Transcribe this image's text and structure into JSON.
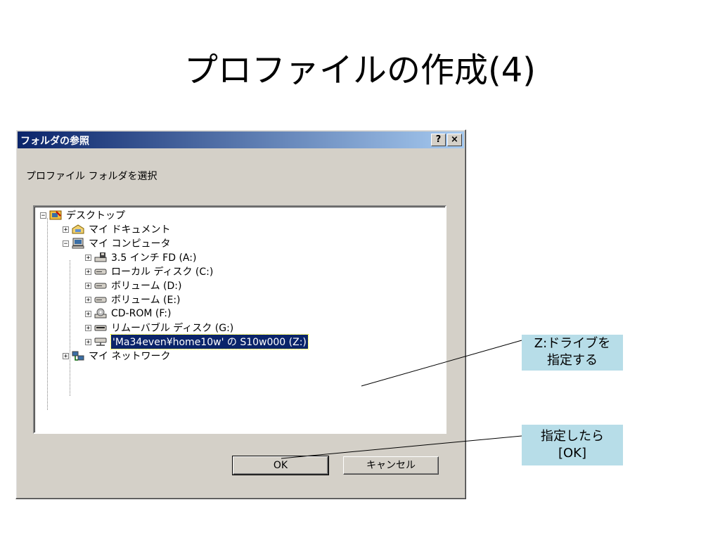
{
  "slide": {
    "title": "プロファイルの作成(4)"
  },
  "dialog": {
    "title": "フォルダの参照",
    "help_label": "?",
    "close_label": "×",
    "prompt": "プロファイル フォルダを選択",
    "tree": {
      "items": [
        {
          "label": "デスクトップ",
          "icon": "desktop-icon",
          "expander": "−"
        },
        {
          "label": "マイ ドキュメント",
          "icon": "my-documents-icon",
          "expander": "+"
        },
        {
          "label": "マイ コンピュータ",
          "icon": "my-computer-icon",
          "expander": "−"
        },
        {
          "label": "3.5 インチ FD (A:)",
          "icon": "floppy-drive-icon",
          "expander": "+"
        },
        {
          "label": "ローカル ディスク (C:)",
          "icon": "hard-drive-icon",
          "expander": "+"
        },
        {
          "label": "ボリューム (D:)",
          "icon": "hard-drive-icon",
          "expander": "+"
        },
        {
          "label": "ボリューム (E:)",
          "icon": "hard-drive-icon",
          "expander": "+"
        },
        {
          "label": "CD-ROM (F:)",
          "icon": "cdrom-drive-icon",
          "expander": "+"
        },
        {
          "label": "リムーバブル ディスク (G:)",
          "icon": "removable-disk-icon",
          "expander": "+"
        },
        {
          "label": "'Ma34even¥home10w' の S10w000 (Z:)",
          "icon": "network-drive-icon",
          "expander": "+",
          "selected": true
        },
        {
          "label": "マイ ネットワーク",
          "icon": "my-network-icon",
          "expander": "+"
        }
      ]
    },
    "ok_label": "OK",
    "cancel_label": "キャンセル"
  },
  "callouts": {
    "select_drive": {
      "line1": "Z:ドライブを",
      "line2": "指定する"
    },
    "press_ok": {
      "line1": "指定したら",
      "line2": "[OK]"
    }
  },
  "colors": {
    "titlebar_start": "#0a246a",
    "titlebar_end": "#a6caf0",
    "callout_bg": "#b7dde8",
    "selection": "#0a246a"
  }
}
